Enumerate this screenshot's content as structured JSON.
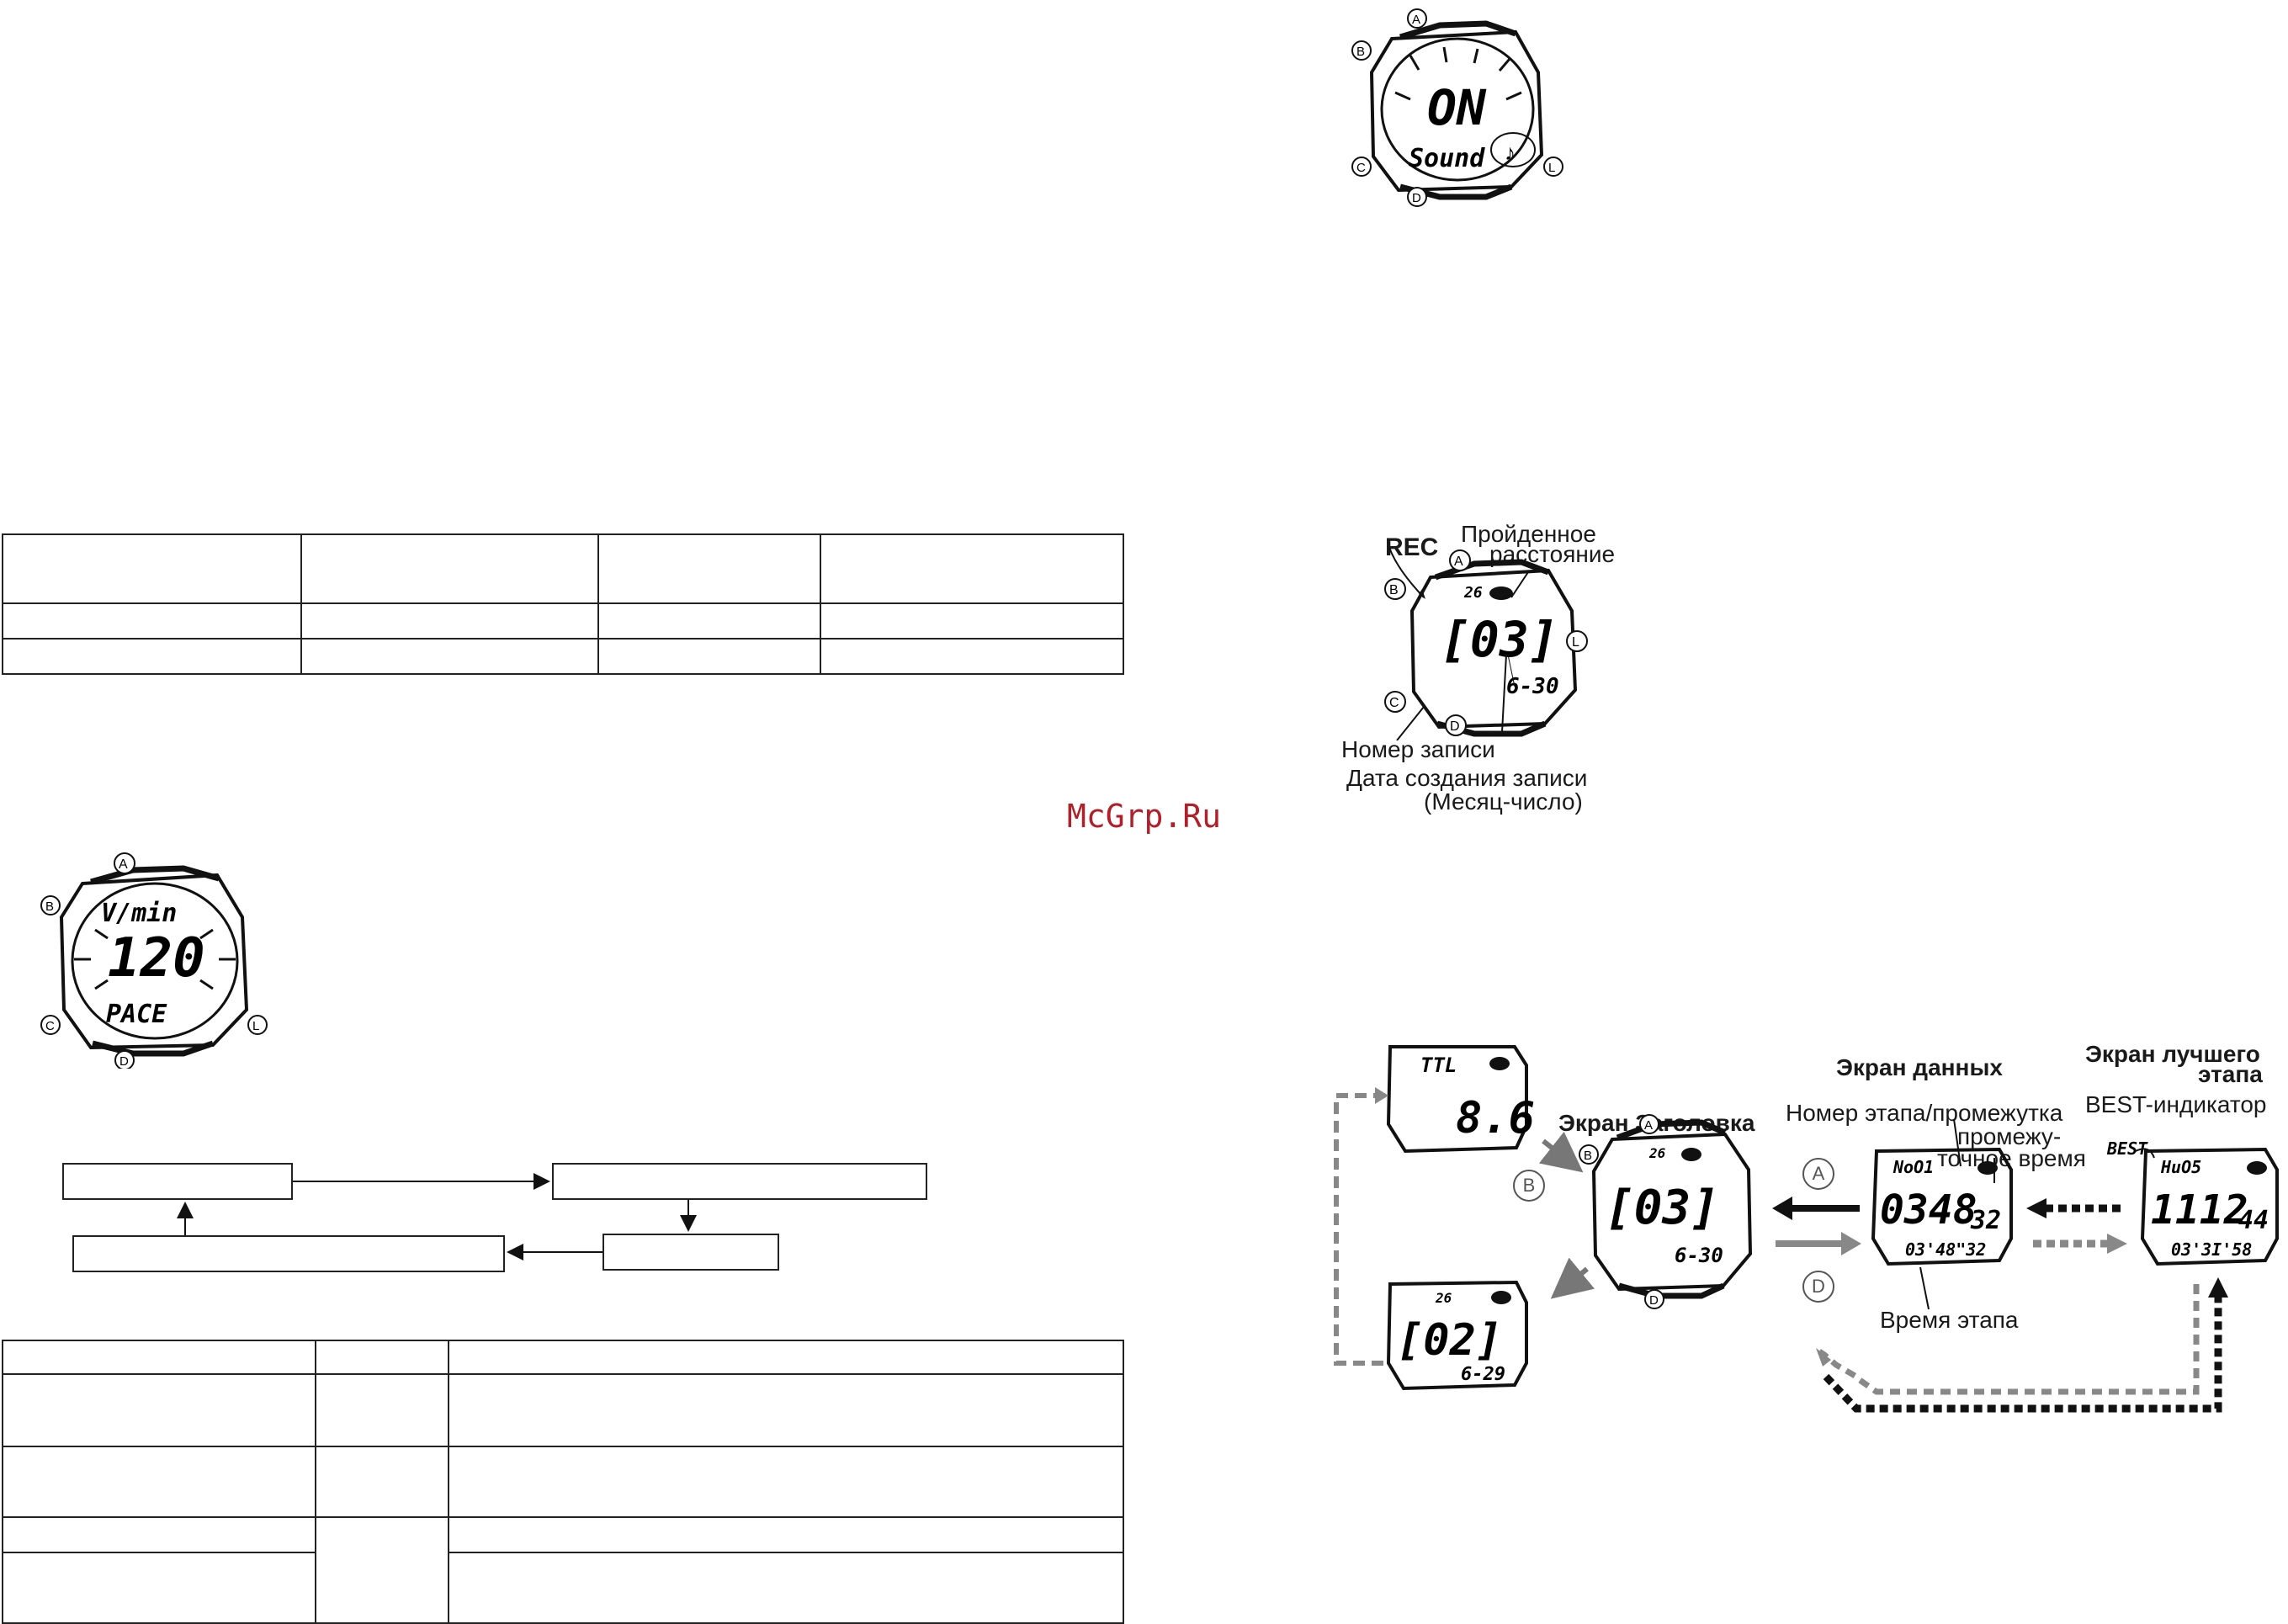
{
  "watermark": "McGrp.Ru",
  "watch_sound": {
    "display_value": "ON",
    "display_label": "Sound"
  },
  "watch_pace": {
    "top": "V/min",
    "value": "120",
    "bottom": "PACE"
  },
  "record_figure": {
    "rec_label": "REC",
    "distance_label_1": "Пройденное",
    "distance_label_2": "расстояние",
    "display_number": "[03]",
    "display_date": "6-30",
    "record_number_label": "Номер записи",
    "record_date_label": "Дата создания записи",
    "record_date_sub": "(Месяц-число)"
  },
  "flow_figure": {
    "title_screen_label": "Экран Заголовка",
    "data_screen_label": "Экран данных",
    "best_screen_label_1": "Экран лучшего",
    "best_screen_label_2": "этапа",
    "best_indicator_word": "BEST",
    "best_indicator_suffix": "-индикатор",
    "lap_number_label": "Номер этапа/промежутка",
    "split_label_1": "промежу-",
    "split_label_2": "точное время",
    "lap_time_label": "Время этапа",
    "button_b": "B",
    "button_a": "A",
    "button_d": "D",
    "screen_ttl": {
      "top": "TTL",
      "value": "8.6"
    },
    "screen_title": {
      "value": "[03]",
      "date": "6-30"
    },
    "screen_prev": {
      "value": "[02]",
      "date": "6-29"
    },
    "screen_data": {
      "value": "0348",
      "sub": "32",
      "bottom": "03'48\"32"
    },
    "screen_best": {
      "tag": "BEST",
      "value": "1112",
      "sub": "44",
      "bottom": "03'3I'58"
    }
  }
}
